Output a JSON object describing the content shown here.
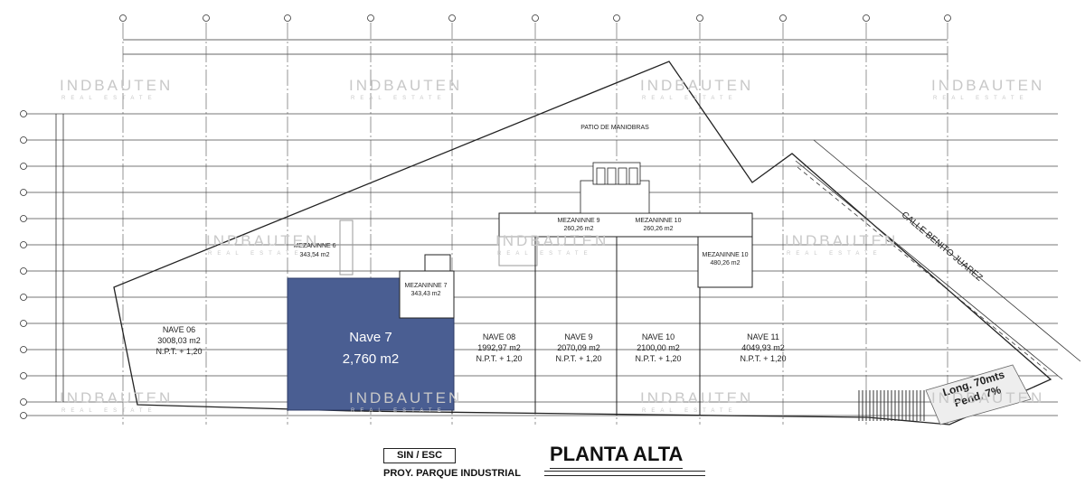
{
  "title": "PLANTA ALTA",
  "scale": "SIN / ESC",
  "project": "PROY. PARQUE INDUSTRIAL",
  "watermark": {
    "brand": "INDBAUTEN",
    "sub": "REAL ESTATE"
  },
  "highlight": {
    "name": "Nave 7",
    "area": "2,760 m2",
    "color": "#4a5e92"
  },
  "naves": [
    {
      "name": "NAVE 06",
      "area": "3008,03 m2",
      "npt": "N.P.T. + 1,20"
    },
    {
      "name": "NAVE 08",
      "area": "1992,97 m2",
      "npt": "N.P.T. + 1,20"
    },
    {
      "name": "NAVE 9",
      "area": "2070,09 m2",
      "npt": "N.P.T. + 1,20"
    },
    {
      "name": "NAVE 10",
      "area": "2100,00 m2",
      "npt": "N.P.T. + 1,20"
    },
    {
      "name": "NAVE 11",
      "area": "4049,93 m2",
      "npt": "N.P.T. + 1,20"
    }
  ],
  "mezzanines": [
    {
      "name": "MEZANINNE 6",
      "area": "343,54 m2"
    },
    {
      "name": "MEZANINNE 7",
      "area": "343,43 m2"
    },
    {
      "name": "MEZANINNE 9",
      "area": "260,26 m2"
    },
    {
      "name": "MEZANINNE 10",
      "area": "260,26 m2"
    },
    {
      "name": "MEZANINNE 10",
      "area": "480,26 m2"
    }
  ],
  "patio": "PATIO DE MANIOBRAS",
  "street": "CALLE BENITO JUAREZ",
  "ramp": {
    "length": "Long. 70mts",
    "slope": "Pend. 7%"
  }
}
